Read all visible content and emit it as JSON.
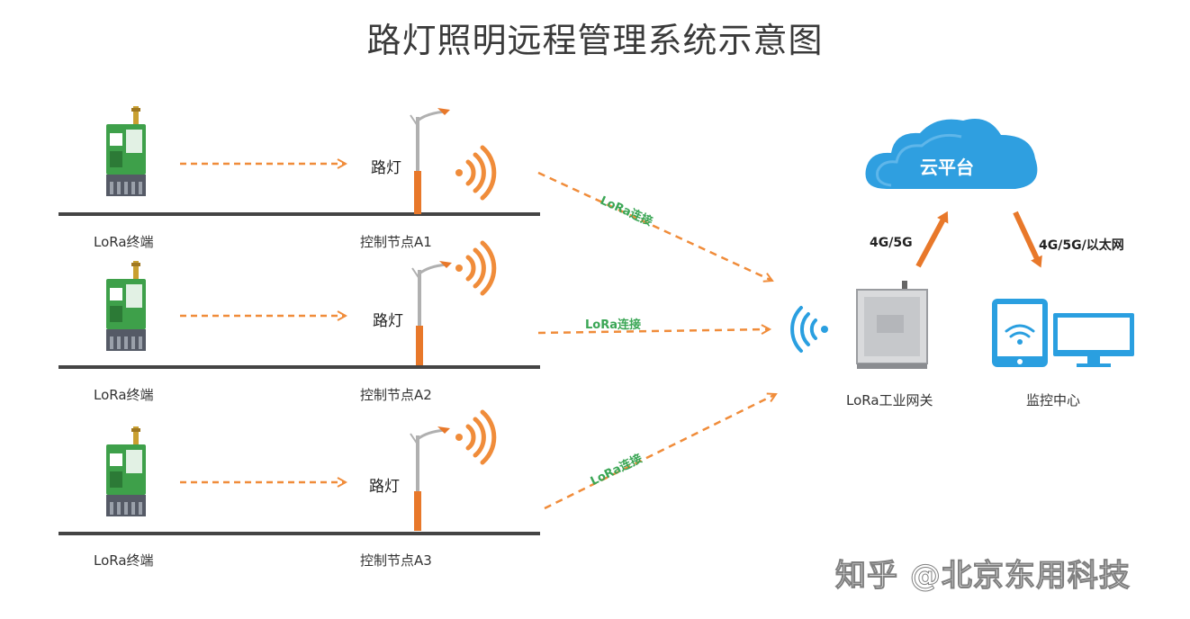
{
  "title": "路灯照明远程管理系统示意图",
  "rows": [
    {
      "terminal_label": "LoRa终端",
      "lamp_label": "路灯",
      "node_label": "控制节点A1"
    },
    {
      "terminal_label": "LoRa终端",
      "lamp_label": "路灯",
      "node_label": "控制节点A2"
    },
    {
      "terminal_label": "LoRa终端",
      "lamp_label": "路灯",
      "node_label": "控制节点A3"
    }
  ],
  "links": [
    "LoRa连接",
    "LoRa连接",
    "LoRa连接"
  ],
  "cloud_label": "云平台",
  "uplink_label": "4G/5G",
  "downlink_label": "4G/5G/以太网",
  "gateway_label": "LoRa工业网关",
  "monitor_label": "监控中心",
  "watermark": "知乎 @北京东用科技",
  "colors": {
    "arrow": "#f08c3a",
    "lamp": "#e8782a",
    "cloud": "#2f9fe0",
    "device": "#2a9fe0",
    "module": "#3ea04a",
    "lora_text": "#3aa655"
  }
}
